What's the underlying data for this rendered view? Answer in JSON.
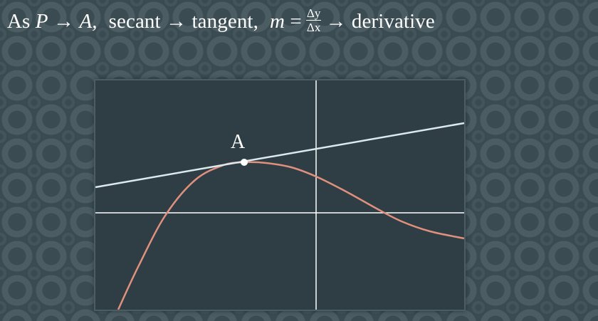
{
  "title": {
    "as": "As",
    "p": "P",
    "arrow1": "→",
    "a": "A,",
    "secant": "secant",
    "arrow2": "→",
    "tangent": "tangent,",
    "m": "m",
    "equals": "=",
    "numerator": "Δy",
    "denominator": "Δx",
    "arrow3": "→",
    "derivative": "derivative"
  },
  "point_label": "A",
  "colors": {
    "background": "#3a4b51",
    "pattern": "#4a5b61",
    "panel": "#2f3e44",
    "axes": "#ffffff",
    "curve": "#e0907e",
    "tangent": "#dce9ef",
    "point": "#ffffff"
  }
}
